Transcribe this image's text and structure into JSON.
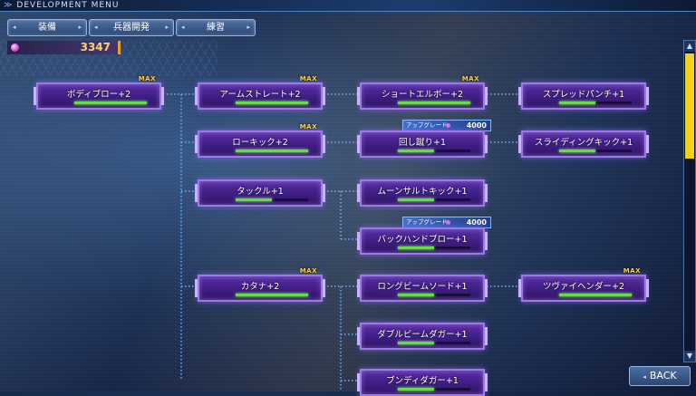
{
  "header": {
    "title": "DEVELOPMENT MENU",
    "subtitle": "",
    "tab_left_glyph": "◂",
    "tab_right_glyph": "▸"
  },
  "tabs": [
    {
      "label": "装備"
    },
    {
      "label": "兵器開発"
    },
    {
      "label": "練習"
    }
  ],
  "points": {
    "value": "3347"
  },
  "max_label": "MAX",
  "upgrade": {
    "label": "アップグレード"
  },
  "nodes": [
    {
      "label": "ボディブロー+2",
      "level": 1.0,
      "max": true
    },
    {
      "label": "アームストレート+2",
      "level": 1.0,
      "max": true
    },
    {
      "label": "ショートエルボー+2",
      "level": 1.0,
      "max": true
    },
    {
      "label": "スプレッドパンチ+1",
      "level": 0.5,
      "max": false
    },
    {
      "label": "ローキック+2",
      "level": 1.0,
      "max": true
    },
    {
      "label": "回し蹴り+1",
      "level": 0.5,
      "max": false,
      "upgrade_cost": "4000"
    },
    {
      "label": "スライディングキック+1",
      "level": 0.5,
      "max": false
    },
    {
      "label": "タックル+1",
      "level": 0.5,
      "max": false
    },
    {
      "label": "ムーンサルトキック+1",
      "level": 0.5,
      "max": false
    },
    {
      "label": "バックハンドブロー+1",
      "level": 0.5,
      "max": false,
      "upgrade_cost": "4000"
    },
    {
      "label": "カタナ+2",
      "level": 1.0,
      "max": true
    },
    {
      "label": "ロングビームソード+1",
      "level": 0.5,
      "max": false
    },
    {
      "label": "ツヴァイヘンダー+2",
      "level": 1.0,
      "max": true
    },
    {
      "label": "ダブルビームダガー+1",
      "level": 0.5,
      "max": false
    },
    {
      "label": "ブンディダガー+1",
      "level": 0.5,
      "max": false
    }
  ],
  "back_button": {
    "label": "BACK",
    "glyph": "◂"
  },
  "colors": {
    "node_bg": "#4a24a0",
    "node_border": "#9c78ea",
    "bar": "#5fe040",
    "max": "#ffd23a",
    "accent": "#f2d21a"
  }
}
